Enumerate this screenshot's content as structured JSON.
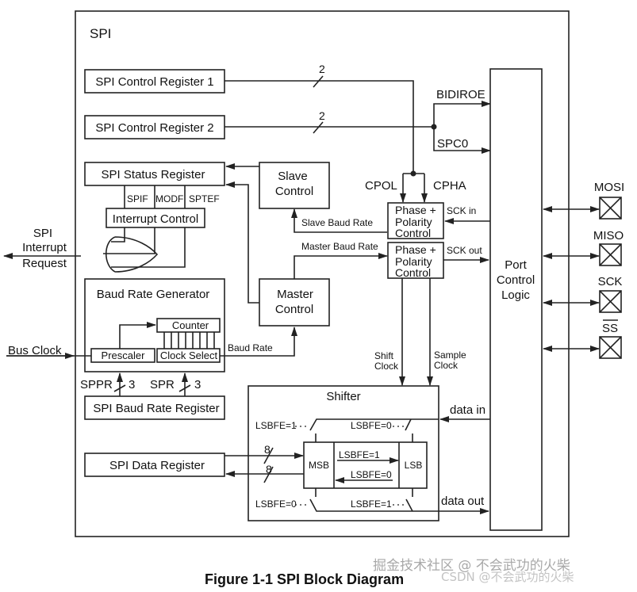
{
  "figure": {
    "caption": "Figure 1-1  SPI Block Diagram",
    "container_label": "SPI",
    "watermark_line1": "掘金技术社区 @ 不会武功的火柴",
    "watermark_line2": "CSDN @不会武功的火柴"
  },
  "blocks": {
    "ctrl_reg1": "SPI Control Register 1",
    "ctrl_reg2": "SPI Control Register 2",
    "status_reg": "SPI Status Register",
    "interrupt_control": "Interrupt Control",
    "slave_control": [
      "Slave",
      "Control"
    ],
    "master_control": [
      "Master",
      "Control"
    ],
    "phase_polarity_in": [
      "Phase +",
      "Polarity",
      "Control"
    ],
    "phase_polarity_out": [
      "Phase +",
      "Polarity",
      "Control"
    ],
    "port_control": [
      "Port",
      "Control",
      "Logic"
    ],
    "baud_rate_generator": "Baud Rate Generator",
    "counter": "Counter",
    "prescaler": "Prescaler",
    "clock_select": "Clock Select",
    "baud_rate_reg": "SPI Baud Rate Register",
    "data_reg": "SPI Data Register",
    "shifter": "Shifter",
    "msb": "MSB",
    "lsb": "LSB"
  },
  "signals": {
    "bus_width_ctrl1": "2",
    "bus_width_ctrl2": "2",
    "bidiroe": "BIDIROE",
    "spc0": "SPC0",
    "cpol": "CPOL",
    "cpha": "CPHA",
    "spif": "SPIF",
    "modf": "MODF",
    "sptef": "SPTEF",
    "interrupt_request": [
      "SPI",
      "Interrupt",
      "Request"
    ],
    "slave_baud_rate": "Slave Baud Rate",
    "master_baud_rate": "Master Baud Rate",
    "sck_in": "SCK in",
    "sck_out": "SCK out",
    "bus_clock": "Bus Clock",
    "baud_rate": "Baud Rate",
    "sppr": "SPPR",
    "sppr_width": "3",
    "spr": "SPR",
    "spr_width": "3",
    "shift_clock": [
      "Shift",
      "Clock"
    ],
    "sample_clock": [
      "Sample",
      "Clock"
    ],
    "data_in": "data in",
    "data_out": "data out",
    "data_width_in": "8",
    "data_width_out": "8",
    "lsbfe_1_tl": "LSBFE=1",
    "lsbfe_0_tr": "LSBFE=0",
    "lsbfe_0_bl": "LSBFE=0",
    "lsbfe_1_br": "LSBFE=1",
    "lsbfe_1_shift": "LSBFE=1",
    "lsbfe_0_shift": "LSBFE=0"
  },
  "pins": [
    {
      "name": "MOSI",
      "overbar": false
    },
    {
      "name": "MISO",
      "overbar": false
    },
    {
      "name": "SCK",
      "overbar": false
    },
    {
      "name": "SS",
      "overbar": true
    }
  ]
}
